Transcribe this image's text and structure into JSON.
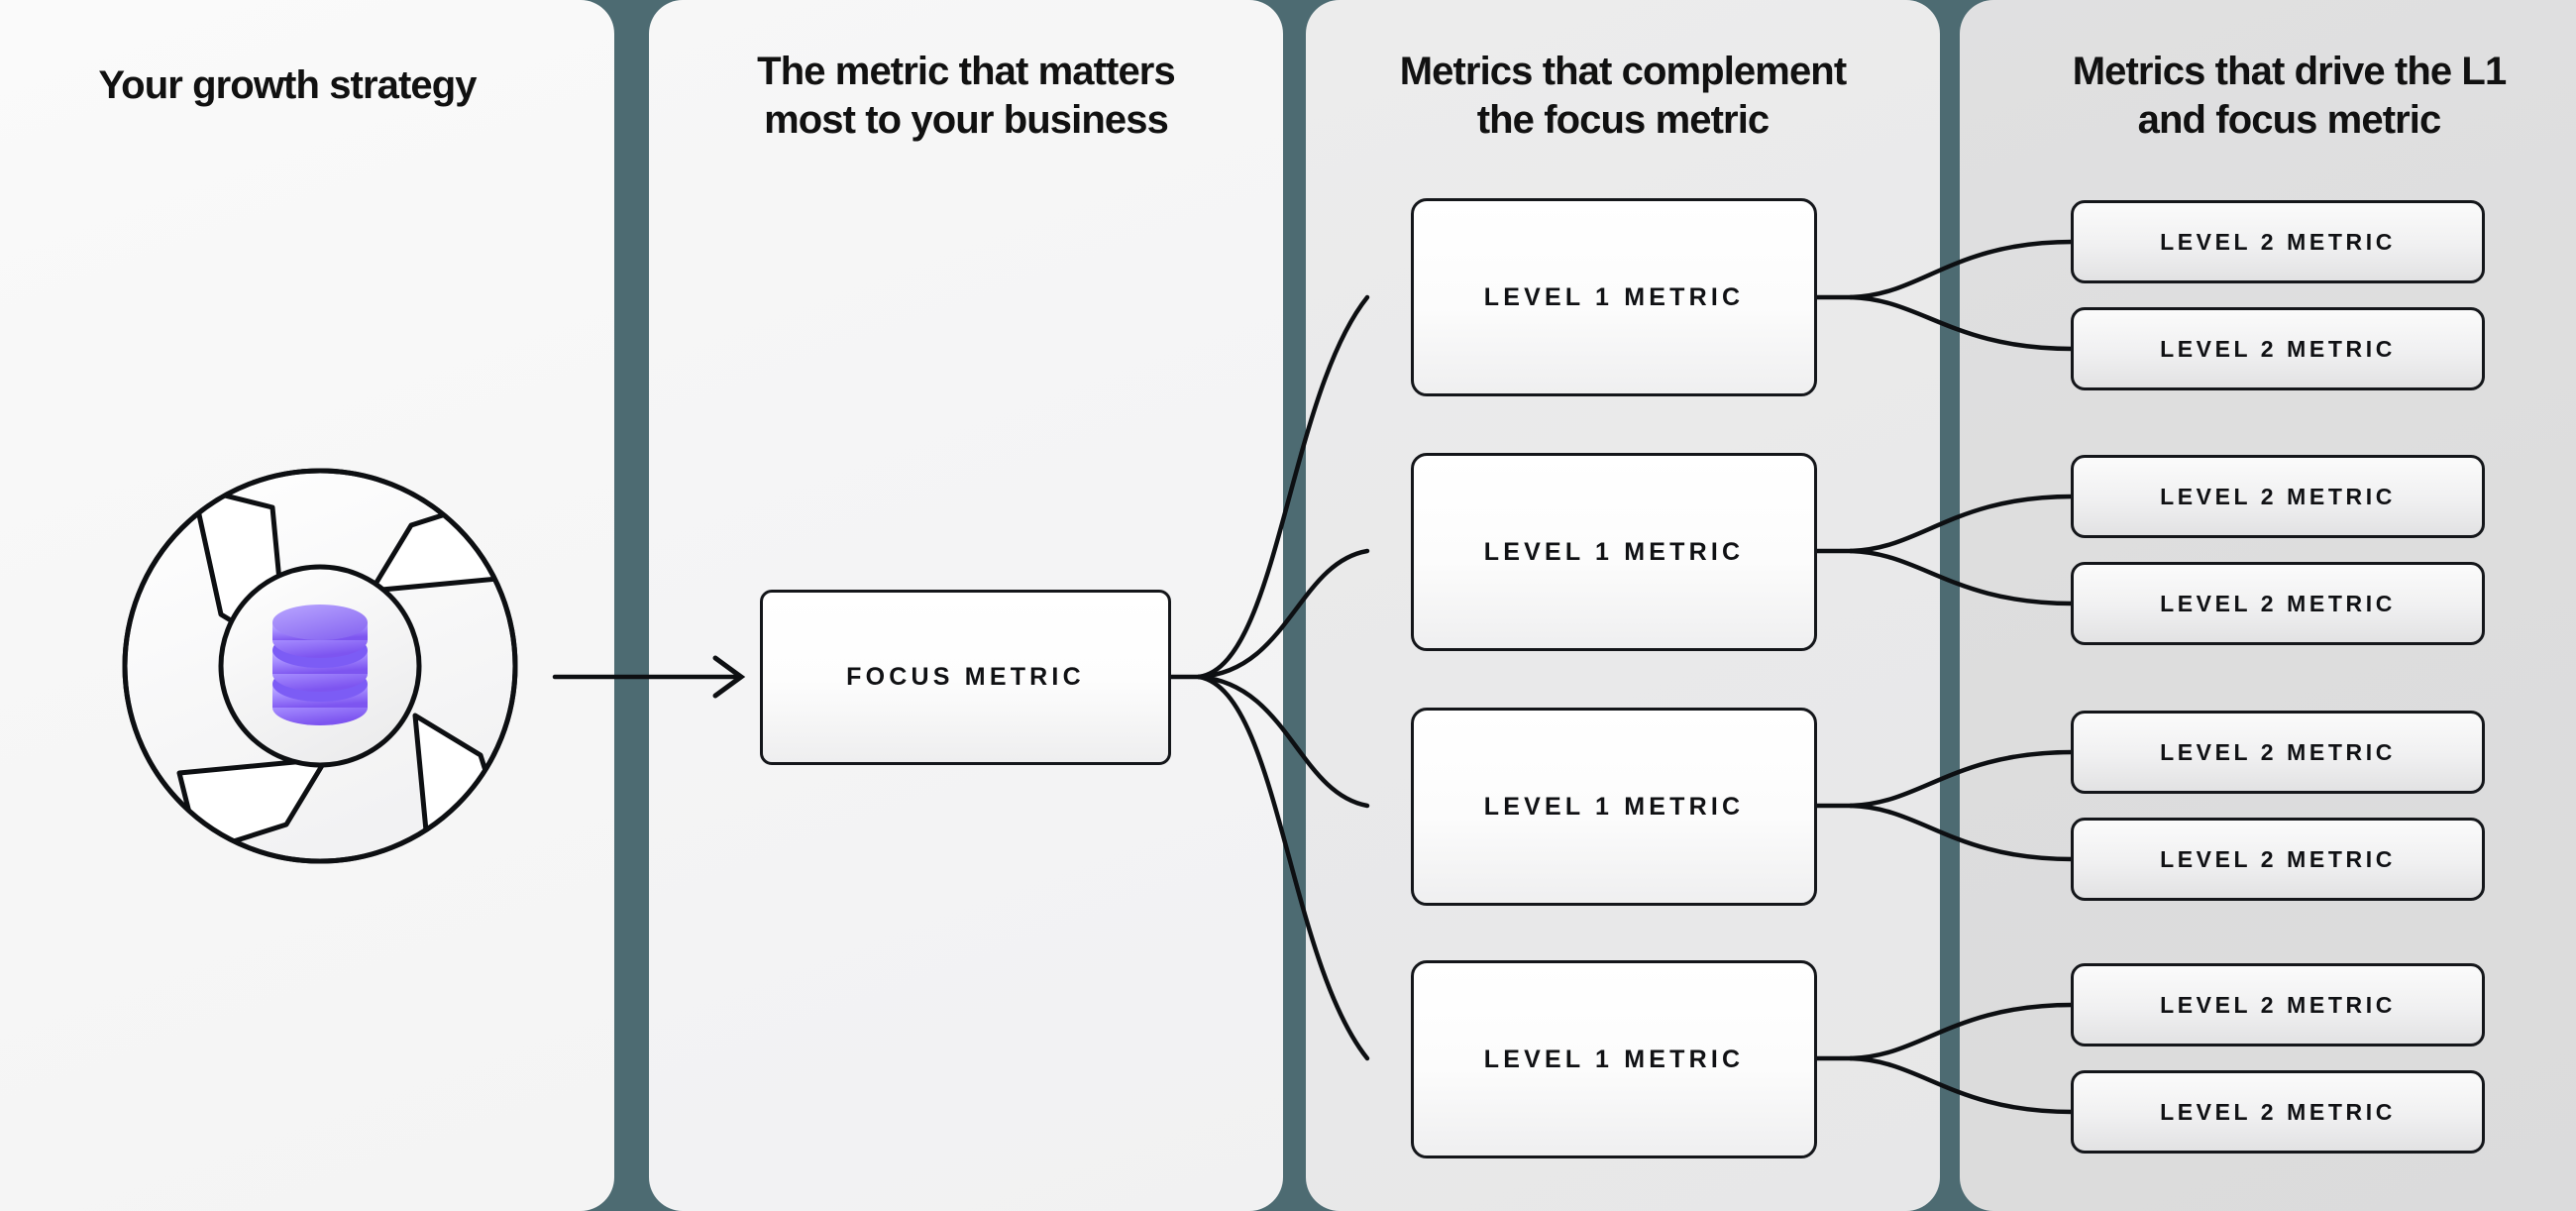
{
  "theme": {
    "divider_color": "#4d6b72",
    "border_color": "#14161a",
    "icon_core_color": "#2b1a66",
    "icon_glyph_color": "#7c5cf5"
  },
  "columns": [
    {
      "id": "growth-strategy",
      "title": "Your growth strategy",
      "icon": "growth-strategy-pinwheel-database-icon"
    },
    {
      "id": "focus-metric",
      "title": "The metric that matters most to your business",
      "title_lines": [
        "The metric that matters",
        "most to your business"
      ]
    },
    {
      "id": "level-1-metrics",
      "title": "Metrics that complement the focus metric",
      "title_lines": [
        "Metrics that complement",
        "the focus metric"
      ]
    },
    {
      "id": "level-2-metrics",
      "title": "Metrics that drive the L1 and focus metric",
      "title_lines": [
        "Metrics that drive the L1",
        "and focus metric"
      ]
    }
  ],
  "nodes": {
    "focus": {
      "label": "FOCUS METRIC"
    },
    "level1": [
      {
        "label": "LEVEL 1 METRIC"
      },
      {
        "label": "LEVEL 1 METRIC"
      },
      {
        "label": "LEVEL 1 METRIC"
      },
      {
        "label": "LEVEL 1 METRIC"
      }
    ],
    "level2": [
      {
        "label": "LEVEL 2 METRIC"
      },
      {
        "label": "LEVEL 2 METRIC"
      },
      {
        "label": "LEVEL 2 METRIC"
      },
      {
        "label": "LEVEL 2 METRIC"
      },
      {
        "label": "LEVEL 2 METRIC"
      },
      {
        "label": "LEVEL 2 METRIC"
      },
      {
        "label": "LEVEL 2 METRIC"
      },
      {
        "label": "LEVEL 2 METRIC"
      }
    ]
  }
}
